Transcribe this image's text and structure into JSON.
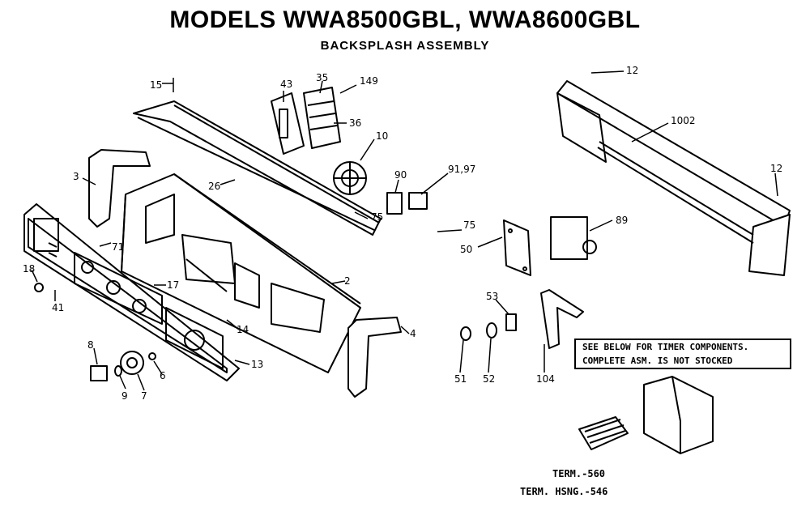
{
  "header": {
    "title": "MODELS WWA8500GBL, WWA8600GBL",
    "subtitle": "BACKSPLASH ASSEMBLY"
  },
  "note": {
    "line1": "SEE BELOW FOR TIMER COMPONENTS.",
    "line2": "COMPLETE ASM. IS NOT STOCKED"
  },
  "footer": {
    "term": "TERM.-560",
    "term_hsng": "TERM. HSNG.-546"
  },
  "callouts": {
    "c15": "15",
    "c43": "43",
    "c35": "35",
    "c149": "149",
    "c36": "36",
    "c10": "10",
    "c90": "90",
    "c9197": "91,97",
    "c12a": "12",
    "c1002": "1002",
    "c12b": "12",
    "c3": "3",
    "c26": "26",
    "c75a": "75",
    "c75b": "75",
    "c71": "71",
    "c50": "50",
    "c89": "89",
    "c18": "18",
    "c41": "41",
    "c17": "17",
    "c2": "2",
    "c53": "53",
    "c14": "14",
    "c4": "4",
    "c8": "8",
    "c9": "9",
    "c7": "7",
    "c6": "6",
    "c13": "13",
    "c51": "51",
    "c52": "52",
    "c104": "104"
  }
}
